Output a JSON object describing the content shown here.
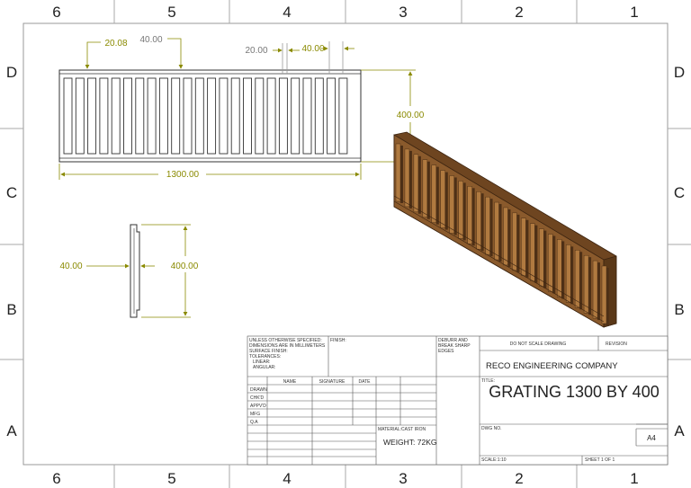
{
  "drawing": {
    "zones": {
      "columns": [
        "6",
        "5",
        "4",
        "3",
        "2",
        "1"
      ],
      "rows": [
        "D",
        "C",
        "B",
        "A"
      ]
    },
    "dimensions": {
      "top_left_bar": "20.08",
      "top_bar_pitch": "40.00",
      "top_gap": "20.00",
      "top_right_pitch": "40.00",
      "overall_length": "1300.00",
      "height_iso": "400.00",
      "side_thickness": "40.00",
      "side_height": "400.00"
    },
    "colors": {
      "dimension": "#8a8a00",
      "grating_wood": "#7a4a22",
      "line": "#333333"
    }
  },
  "title_block": {
    "notes": [
      "UNLESS OTHERWISE SPECIFIED:",
      "DIMENSIONS ARE IN MILLIMETERS",
      "SURFACE FINISH:",
      "TOLERANCES:",
      "LINEAR:",
      "ANGULAR:"
    ],
    "finish_label": "FINISH:",
    "deburr": [
      "DEBURR AND",
      "BREAK SHARP",
      "EDGES"
    ],
    "do_not_scale": "DO NOT SCALE DRAWING",
    "revision_label": "REVISION",
    "company": "RECO ENGINEERING COMPANY",
    "headers": [
      "NAME",
      "SIGNATURE",
      "DATE"
    ],
    "roles": [
      "DRAWN",
      "CHK'D",
      "APPV'D",
      "MFG",
      "Q.A"
    ],
    "title_label": "TITLE:",
    "title": "GRATING 1300 BY 400",
    "material": "MATERIAL:CAST IRON",
    "weight": "WEIGHT: 72KG",
    "dwg_label": "DWG NO.",
    "size": "A4",
    "scale": "SCALE:1:10",
    "sheet": "SHEET 1 OF 1"
  }
}
